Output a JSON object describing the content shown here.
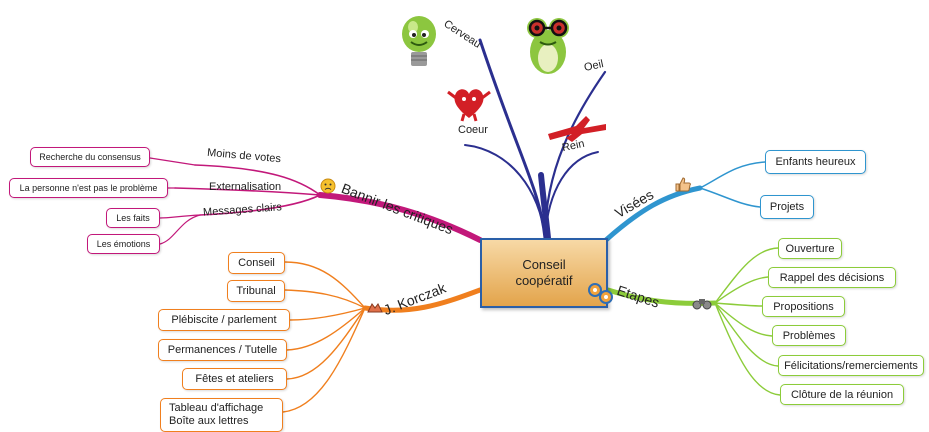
{
  "center": {
    "line1": "Conseil",
    "line2": "coopératif"
  },
  "branches": {
    "bannir": {
      "label": "Bannir les critiques",
      "subs": [
        "Moins de votes",
        "Externalisation",
        "Messages clairs"
      ],
      "leaves": [
        "Recherche du consensus",
        "La personne n'est pas le problème",
        "Les faits",
        "Les émotions"
      ]
    },
    "korczak": {
      "label": "J. Korczak",
      "leaves": [
        "Conseil",
        "Tribunal",
        "Plébiscite / parlement",
        "Permanences / Tutelle",
        "Fêtes et ateliers",
        "Tableau d'affichage",
        "Boîte aux lettres"
      ]
    },
    "top": {
      "labels": [
        "Cerveau",
        "Oeil",
        "Coeur",
        "Rein"
      ]
    },
    "visees": {
      "label": "Visées",
      "leaves": [
        "Enfants heureux",
        "Projets"
      ]
    },
    "etapes": {
      "label": "Etapes",
      "leaves": [
        "Ouverture",
        "Rappel des décisions",
        "Propositions",
        "Problèmes",
        "Félicitations/remerciements",
        "Clôture de la réunion"
      ]
    }
  },
  "colors": {
    "pink": "#c2187a",
    "orange": "#f07f1e",
    "green": "#8ccc3a",
    "blue": "#2f95cf",
    "navy": "#2b2f8f",
    "center_border": "#2a5fa8"
  },
  "icons": [
    "lightbulb-icon",
    "frog-with-glasses-icon",
    "heart-icon",
    "kidney-icon",
    "frown-icon",
    "thumbs-up-icon",
    "hands-icon",
    "binoculars-icon",
    "gears-icon"
  ]
}
